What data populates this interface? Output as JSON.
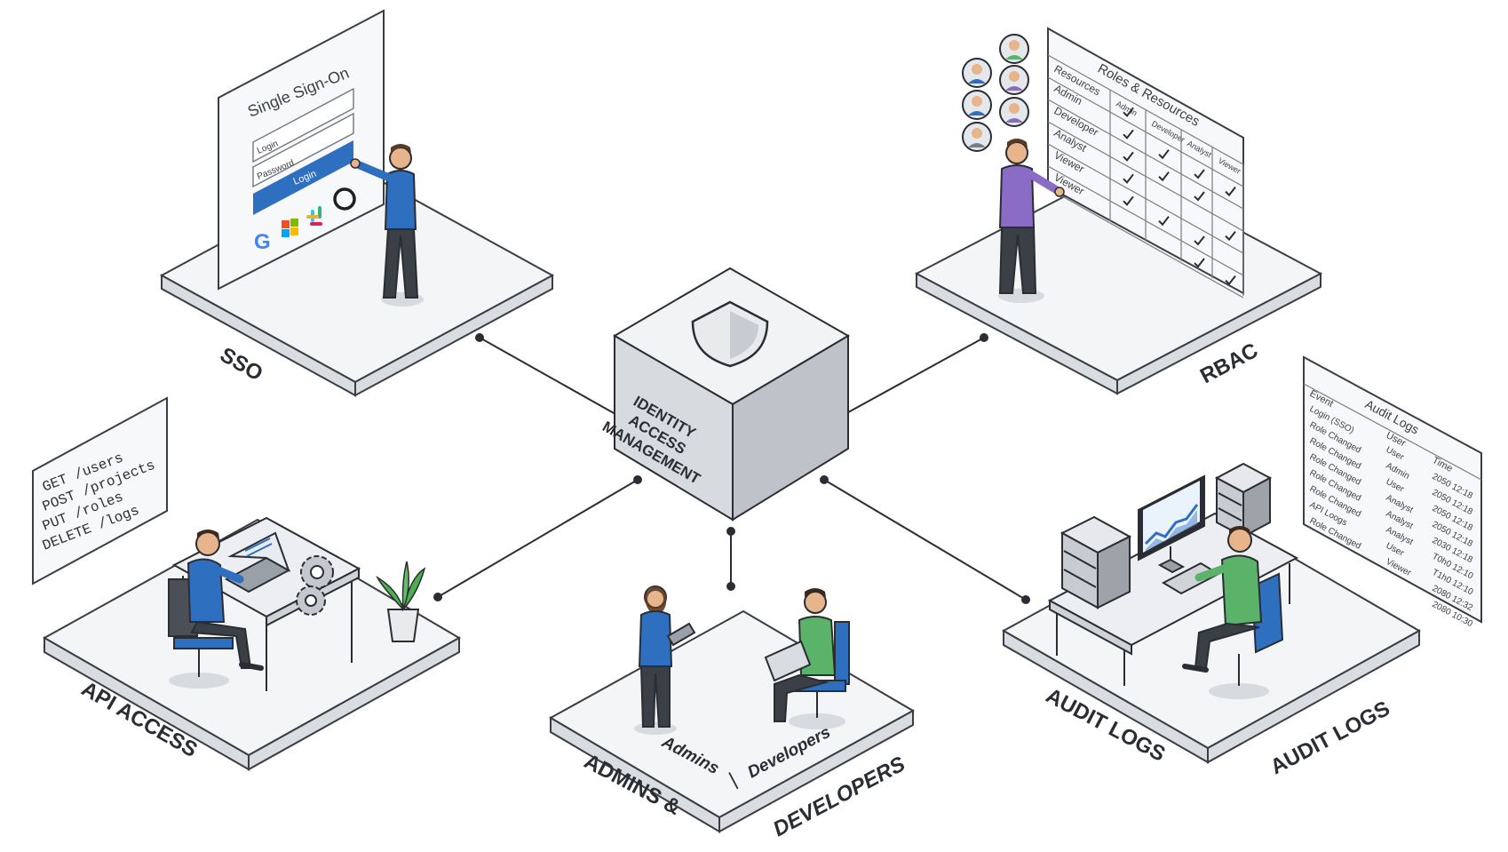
{
  "hub": {
    "line1": "IDENTITY",
    "line2": "ACCESS",
    "line3": "MANAGEMENT"
  },
  "sso": {
    "label": "SSO",
    "panel_title": "Single Sign-On",
    "login_placeholder": "Login",
    "password_placeholder": "Password",
    "login_button": "Login",
    "providers": [
      "google-icon",
      "microsoft-icon",
      "slack-icon",
      "github-icon"
    ]
  },
  "rbac": {
    "label": "RBAC",
    "table_title": "Roles & Resources",
    "header_first": "Resources",
    "columns": [
      "Admin",
      "Developer",
      "Analyst",
      "Viewer"
    ],
    "rows": [
      "Admin",
      "Developer",
      "Analyst",
      "Viewer",
      "Viewer"
    ]
  },
  "api": {
    "label": "API ACCESS",
    "endpoints": [
      "GET /users",
      "POST /projects",
      "PUT /roles",
      "DELETE /logs"
    ]
  },
  "people": {
    "label_line1": "ADMINS &",
    "label_line2": "DEVELOPERS",
    "sub_admins": "Admins",
    "sub_separator": "|",
    "sub_developers": "Developers"
  },
  "audit": {
    "label_left": "AUDIT LOGS",
    "label_right": "AUDIT LOGS",
    "panel_title": "Audit Logs",
    "col_event": "Event",
    "col_user": "User",
    "col_time": "Time",
    "events": [
      "Login (SSO)",
      "Role Changed",
      "Role Changed",
      "Role Changed",
      "Role Changed",
      "Role Changed",
      "API Loogs",
      "Role Changed"
    ],
    "users": [
      "User",
      "Admin",
      "User",
      "Analyst",
      "Analyst",
      "Analyst",
      "User",
      "Viewer"
    ],
    "times": [
      "2050 12:18",
      "2050 12:18",
      "2050 12:18",
      "2050 12:18",
      "2030 12:18",
      "T0h0 12:10",
      "T1h0 12:10",
      "2080 12:32",
      "2080 10:30"
    ]
  },
  "colors": {
    "accent_blue": "#2f6fc0",
    "shirt_purple": "#8a6cc7",
    "shirt_green": "#5bb36a",
    "outline": "#2a2d33"
  }
}
